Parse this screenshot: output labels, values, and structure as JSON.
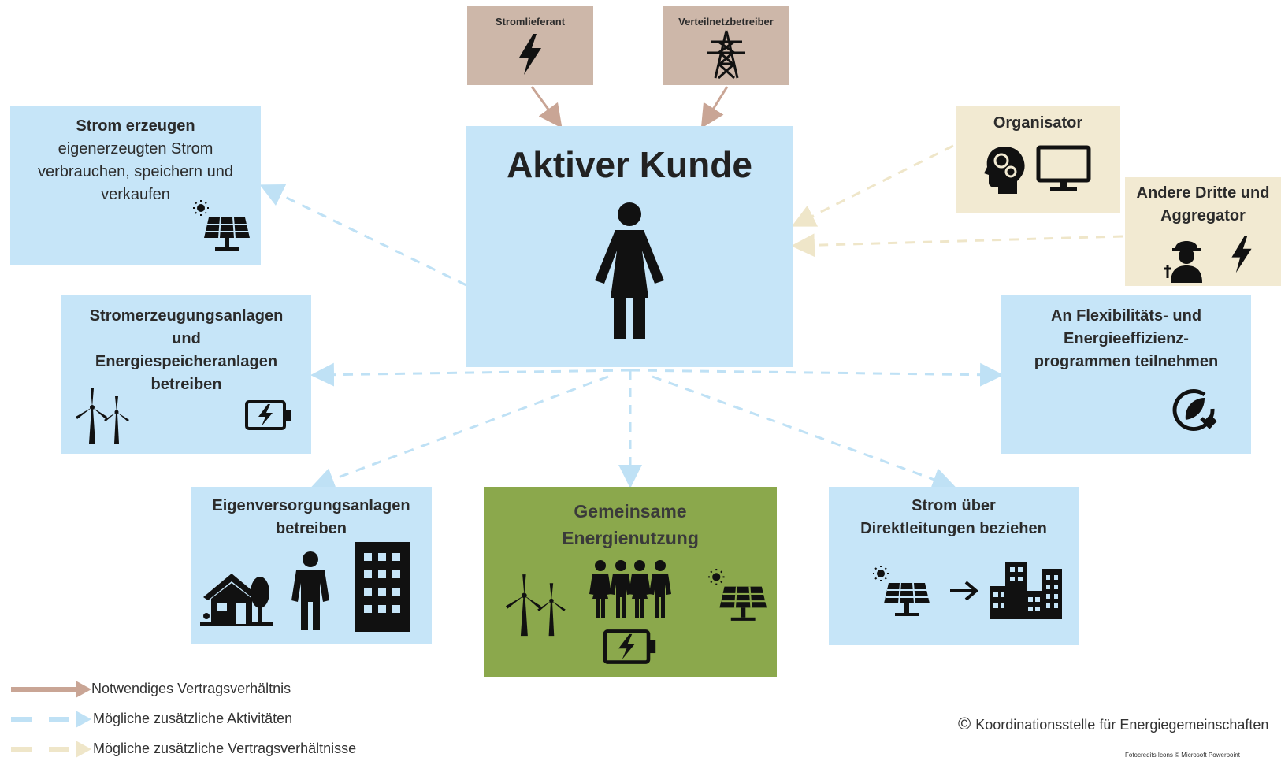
{
  "top_boxes": {
    "supplier": {
      "label": "Stromlieferant",
      "icon": "lightning-icon"
    },
    "dso": {
      "label": "Verteilnetzbetreiber",
      "icon": "power-pylon-icon"
    }
  },
  "center": {
    "title": "Aktiver Kunde",
    "icon": "woman-icon"
  },
  "left_top": {
    "title": "Strom erzeugen",
    "line1": "eigenerzeugten Strom",
    "line2": "verbrauchen, speichern und",
    "line3": "verkaufen",
    "icon": "solar-panel-icon"
  },
  "left_mid": {
    "line1": "Stromerzeugungsanlagen",
    "line2": "und",
    "line3": "Energiespeicheranlagen",
    "line4": "betreiben",
    "icons": [
      "wind-turbine-icon",
      "battery-charging-icon"
    ]
  },
  "bottom_left": {
    "line1": "Eigenversorgungsanlagen",
    "line2": "betreiben",
    "icons": [
      "house-icon",
      "person-icon",
      "apartment-building-icon"
    ]
  },
  "bottom_center": {
    "line1": "Gemeinsame",
    "line2": "Energienutzung",
    "icons": [
      "wind-turbine-icon",
      "group-of-people-icon",
      "solar-panel-icon",
      "battery-charging-icon"
    ]
  },
  "bottom_right": {
    "line1": "Strom über",
    "line2": "Direktleitungen beziehen",
    "icons": [
      "solar-panel-icon",
      "arrow-right-icon",
      "city-buildings-icon"
    ]
  },
  "right_mid": {
    "line1": "An Flexibilitäts- und",
    "line2": "Energieeffizienz-",
    "line3": "programmen teilnehmen",
    "icon": "eco-plug-icon"
  },
  "organisator": {
    "label": "Organisator",
    "icons": [
      "brain-gears-icon",
      "monitor-icon"
    ]
  },
  "aggregator": {
    "line1": "Andere Dritte und",
    "line2": "Aggregator",
    "icons": [
      "worker-plug-icon",
      "lightning-icon"
    ]
  },
  "legend": [
    {
      "label": "Notwendiges Vertragsverhältnis",
      "color": "#c9a595"
    },
    {
      "label": "Mögliche zusätzliche Aktivitäten",
      "color": "#bfe1f5"
    },
    {
      "label": "Mögliche zusätzliche Vertragsverhältnisse",
      "color": "#efe6c9"
    }
  ],
  "copyright": {
    "symbol": "©",
    "text": "Koordinationsstelle für Energiegemeinschaften"
  },
  "fotocredits": "Fotocredits Icons © Microsoft Powerpoint"
}
